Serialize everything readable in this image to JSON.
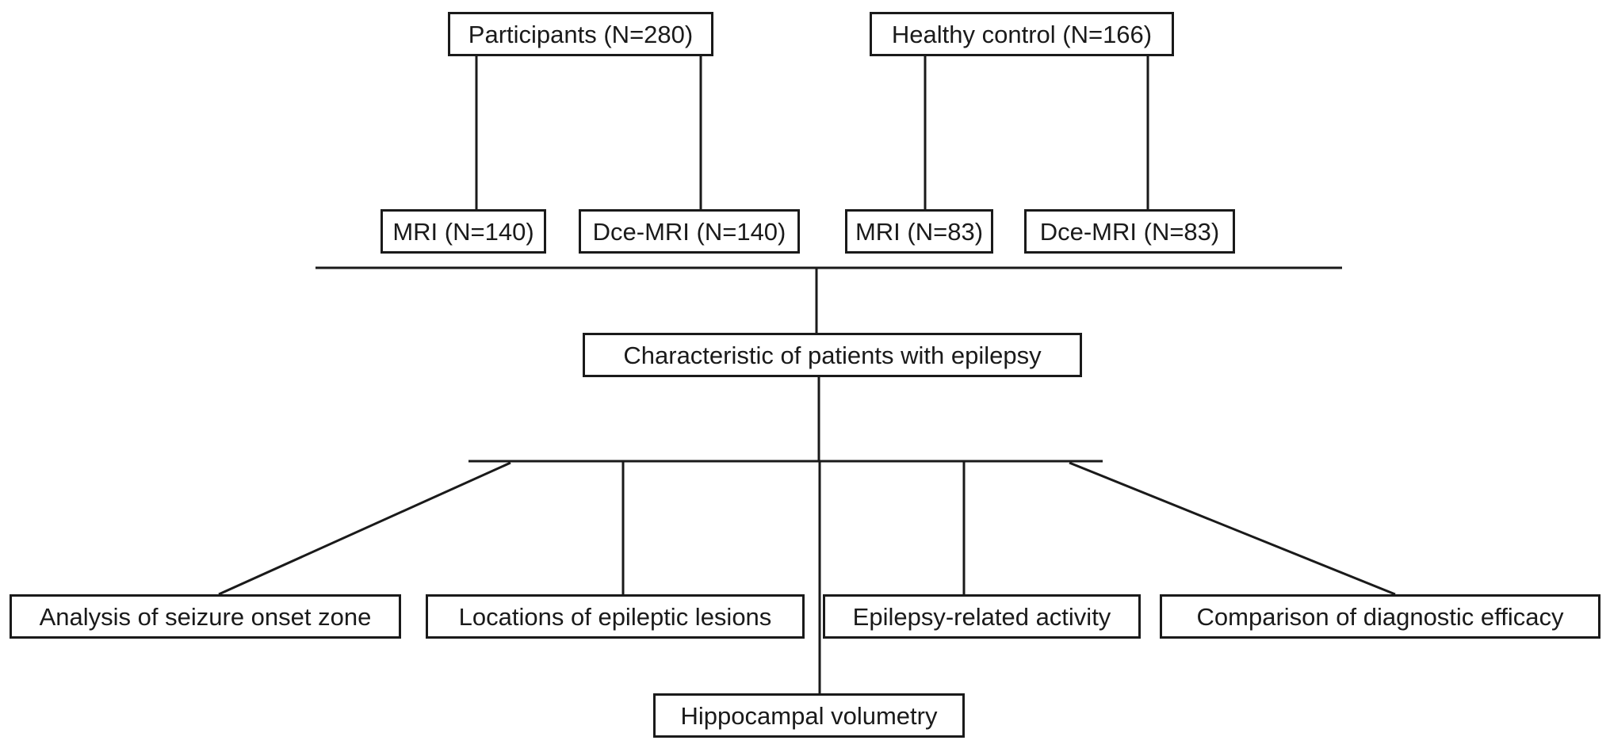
{
  "diagram": {
    "nodes": {
      "participants": "Participants (N=280)",
      "healthy_control": "Healthy control (N=166)",
      "mri_participants": "MRI (N=140)",
      "dce_mri_participants": "Dce-MRI (N=140)",
      "mri_control": "MRI (N=83)",
      "dce_mri_control": "Dce-MRI (N=83)",
      "characteristic": "Characteristic of patients with epilepsy",
      "seizure_onset": "Analysis of seizure onset zone",
      "lesion_locations": "Locations of epileptic lesions",
      "epilepsy_activity": "Epilepsy-related activity",
      "diagnostic_efficacy": "Comparison of diagnostic efficacy",
      "hippocampal_volumetry": "Hippocampal volumetry"
    },
    "edges": [
      [
        "participants",
        "mri_participants"
      ],
      [
        "participants",
        "dce_mri_participants"
      ],
      [
        "healthy_control",
        "mri_control"
      ],
      [
        "healthy_control",
        "dce_mri_control"
      ],
      [
        "mri_participants",
        "characteristic"
      ],
      [
        "dce_mri_participants",
        "characteristic"
      ],
      [
        "mri_control",
        "characteristic"
      ],
      [
        "dce_mri_control",
        "characteristic"
      ],
      [
        "characteristic",
        "seizure_onset"
      ],
      [
        "characteristic",
        "lesion_locations"
      ],
      [
        "characteristic",
        "hippocampal_volumetry"
      ],
      [
        "characteristic",
        "epilepsy_activity"
      ],
      [
        "characteristic",
        "diagnostic_efficacy"
      ]
    ],
    "line_color": "#1a1a1a"
  }
}
